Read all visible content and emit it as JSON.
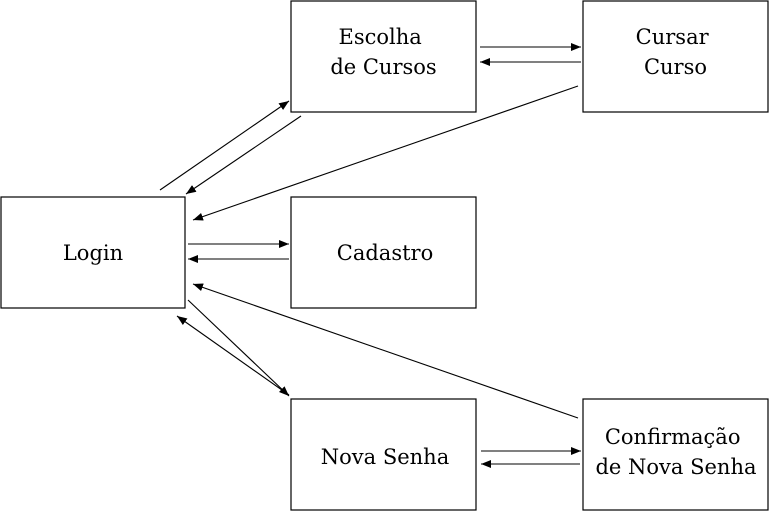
{
  "diagram": {
    "type": "flow",
    "colors": {
      "stroke": "#000000",
      "background": "#ffffff"
    },
    "nodes": {
      "escolha": {
        "lines": [
          "Escolha",
          "de Cursos"
        ]
      },
      "cursar": {
        "lines": [
          "Cursar",
          "Curso"
        ]
      },
      "login": {
        "lines": [
          "Login"
        ]
      },
      "cadastro": {
        "lines": [
          "Cadastro"
        ]
      },
      "nova_senha": {
        "lines": [
          "Nova Senha"
        ]
      },
      "confirmacao": {
        "lines": [
          "Confirmação",
          "de Nova Senha"
        ]
      }
    },
    "edges": [
      {
        "from": "escolha",
        "to": "cursar"
      },
      {
        "from": "cursar",
        "to": "escolha"
      },
      {
        "from": "login",
        "to": "escolha"
      },
      {
        "from": "escolha",
        "to": "login"
      },
      {
        "from": "cursar",
        "to": "login"
      },
      {
        "from": "login",
        "to": "cadastro"
      },
      {
        "from": "cadastro",
        "to": "login"
      },
      {
        "from": "login",
        "to": "nova_senha"
      },
      {
        "from": "nova_senha",
        "to": "login"
      },
      {
        "from": "confirmacao",
        "to": "login"
      },
      {
        "from": "nova_senha",
        "to": "confirmacao"
      },
      {
        "from": "confirmacao",
        "to": "nova_senha"
      }
    ]
  }
}
